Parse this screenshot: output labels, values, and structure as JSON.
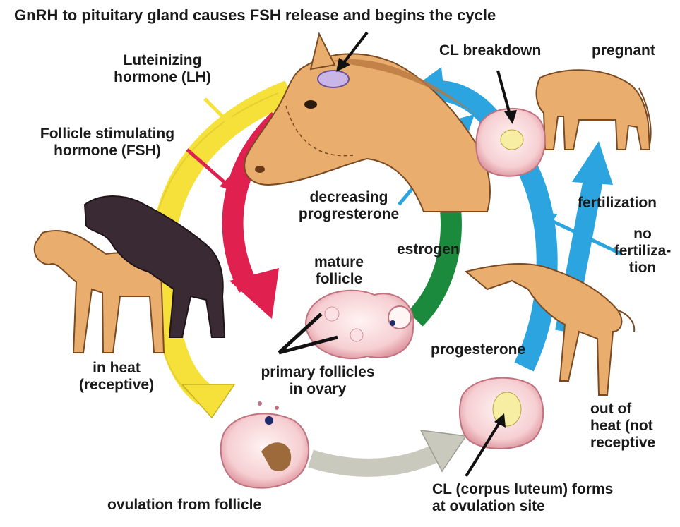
{
  "title": "GnRH to pituitary gland causes FSH release and begins the cycle",
  "labels": {
    "lh_line1": "Luteinizing",
    "lh_line2": "hormone (LH)",
    "fsh_line1": "Follicle stimulating",
    "fsh_line2": "hormone (FSH)",
    "cl_breakdown": "CL breakdown",
    "pregnant": "pregnant",
    "decreasing_line1": "decreasing",
    "decreasing_line2": "progresterone",
    "fertilization": "fertilization",
    "no_fert_line1": "no",
    "no_fert_line2": "fertiliza-",
    "no_fert_line3": "tion",
    "estrogen": "estrogen",
    "mature_line1": "mature",
    "mature_line2": "follicle",
    "in_heat_line1": "in heat",
    "in_heat_line2": "(receptive)",
    "primary_line1": "primary follicles",
    "primary_line2": "in ovary",
    "progesterone": "progesterone",
    "out_heat_line1": "out of",
    "out_heat_line2": "heat (not",
    "out_heat_line3": "receptive",
    "ovulation": "ovulation from follicle",
    "cl_forms_line1": "CL (corpus luteum) forms",
    "cl_forms_line2": "at ovulation site"
  },
  "colors": {
    "lh_arrow": "#f5e13a",
    "fsh_arrow": "#e0204f",
    "estrogen_arrow": "#1c8a3c",
    "progesterone_arrow": "#2ba4df",
    "ovulation_arrow": "#c9c9bd",
    "horse_coat": "#e9ae6e",
    "dark_horse": "#3a2a33",
    "ovary_pink": "#f3c0c4"
  }
}
